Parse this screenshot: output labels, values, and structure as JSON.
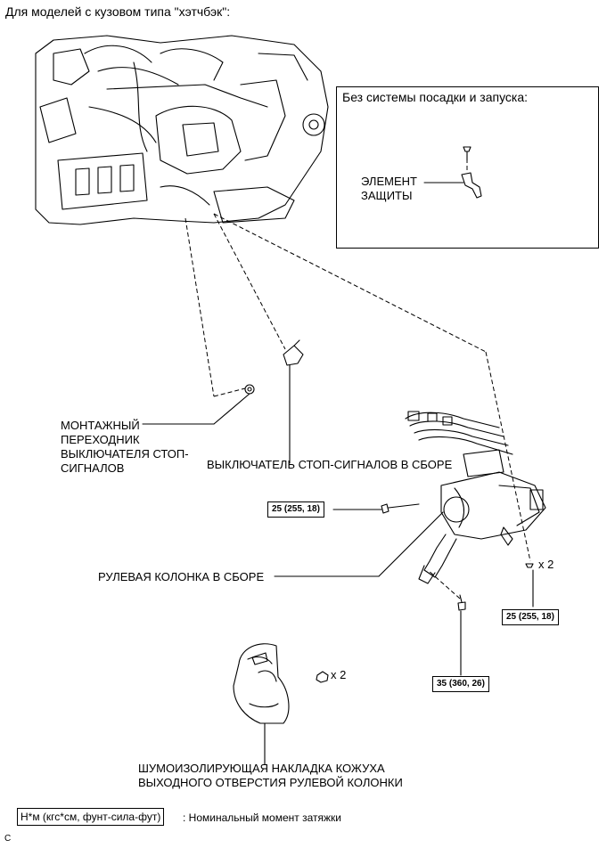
{
  "header": {
    "title": "Для моделей с кузовом типа \"хэтчбэк\":"
  },
  "inset": {
    "title": "Без системы посадки и запуска:",
    "part_label_line1": "ЭЛЕМЕНТ",
    "part_label_line2": "ЗАЩИТЫ"
  },
  "callouts": {
    "adapter_line1": "МОНТАЖНЫЙ",
    "adapter_line2": "ПЕРЕХОДНИК",
    "adapter_line3": "ВЫКЛЮЧАТЕЛЯ СТОП-",
    "adapter_line4": "СИГНАЛОВ",
    "stop_switch": "ВЫКЛЮЧАТЕЛЬ СТОП-СИГНАЛОВ В СБОРЕ",
    "steering_column": "РУЛЕВАЯ КОЛОНКА В СБОРЕ",
    "cover_line1": "ШУМОИЗОЛИРУЮЩАЯ НАКЛАДКА КОЖУХА",
    "cover_line2": "ВЫХОДНОГО ОТВЕРСТИЯ РУЛЕВОЙ КОЛОНКИ"
  },
  "torque": {
    "bolt_left": "25 (255, 18)",
    "bolt_right": "25 (255, 18)",
    "bolt_bottom": "35 (360, 26)",
    "qty_right": "x 2",
    "qty_cover": "x 2"
  },
  "legend": {
    "unit_box": "Н*м (кгс*см, фунт-сила-фут)",
    "description": ": Номинальный момент затяжки"
  },
  "footer": {
    "code": "C"
  }
}
